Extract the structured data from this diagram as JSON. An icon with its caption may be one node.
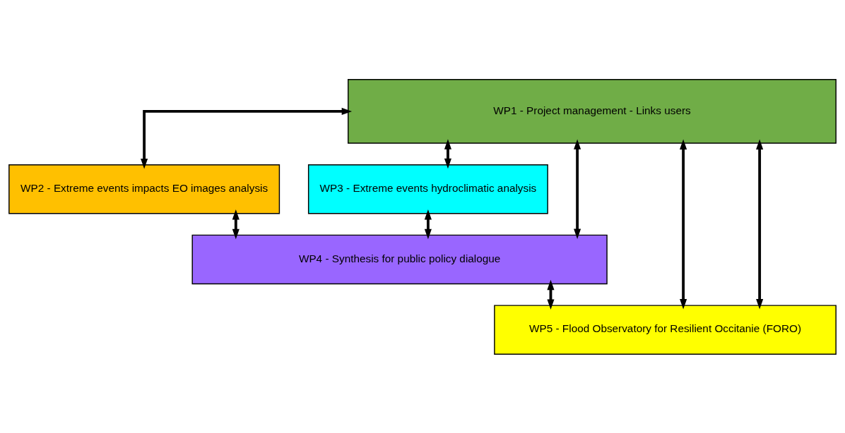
{
  "diagram": {
    "nodes": [
      {
        "text": [
          "WP1 - Project management - Links users"
        ]
      },
      {
        "text": [
          "WP2 - Extreme events impacts EO images analysis"
        ]
      },
      {
        "text": [
          "WP3 - Extreme events hydroclimatic analysis"
        ]
      },
      {
        "text": [
          "WP4 - Synthesis for public policy dialogue"
        ]
      },
      {
        "text": [
          "WP5 - Flood Observatory for Resilient Occitanie (FORO)"
        ]
      }
    ],
    "edges": [
      {
        "from": 0,
        "to": 4,
        "arrow": "both"
      },
      {
        "from": 0,
        "to": 3,
        "arrow": "both"
      },
      {
        "from": 0,
        "to": 1,
        "arrow": "both"
      },
      {
        "from": 0,
        "to": 2,
        "arrow": "both"
      },
      {
        "from": 0,
        "to": 4,
        "arrow": "both"
      },
      {
        "from": 1,
        "to": 3,
        "arrow": "both"
      },
      {
        "from": 2,
        "to": 3,
        "arrow": "both"
      },
      {
        "from": 3,
        "to": 4,
        "arrow": "both"
      }
    ]
  }
}
